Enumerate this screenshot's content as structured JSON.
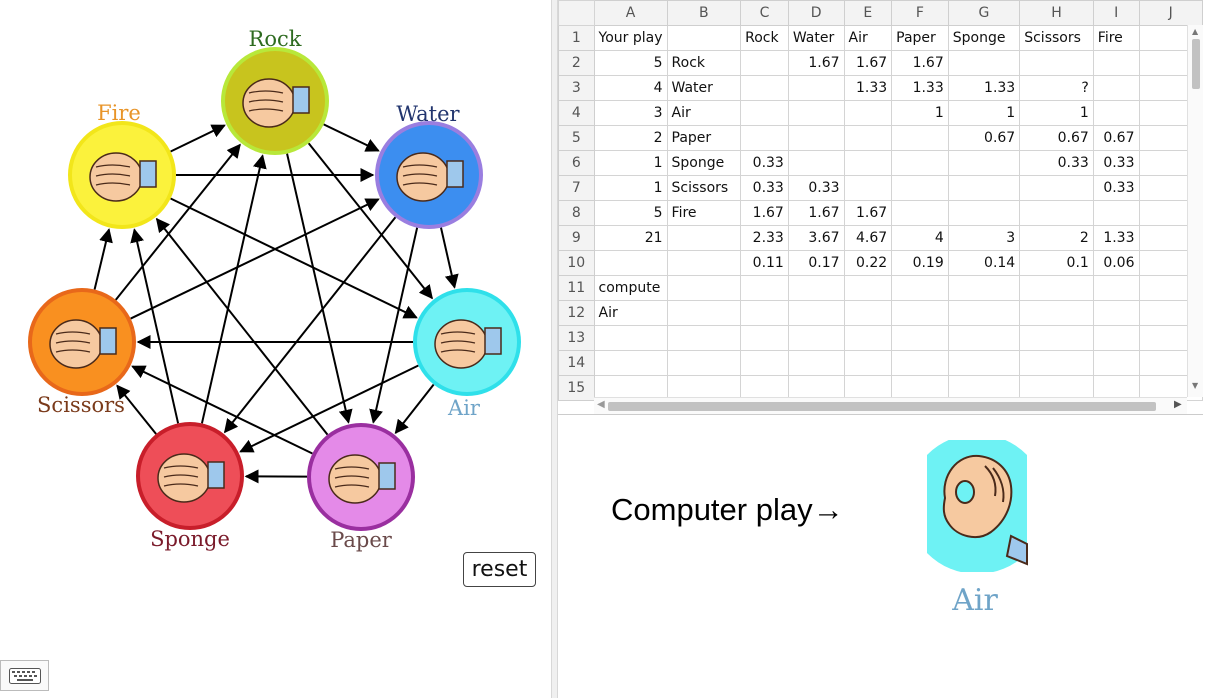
{
  "diagram": {
    "nodes": [
      {
        "id": "rock",
        "label": "Rock",
        "fill": "#c8c41e",
        "ring": "#b8e83a",
        "label_color": "#2e6b20"
      },
      {
        "id": "water",
        "label": "Water",
        "fill": "#3c8ef0",
        "ring": "#9a7ee0",
        "label_color": "#22356e"
      },
      {
        "id": "air",
        "label": "Air",
        "fill": "#6ef2f4",
        "ring": "#2fe0ea",
        "label_color": "#6fa4c8"
      },
      {
        "id": "paper",
        "label": "Paper",
        "fill": "#e48ae8",
        "ring": "#9a2fa0",
        "label_color": "#6a4a4a"
      },
      {
        "id": "sponge",
        "label": "Sponge",
        "fill": "#ee4e58",
        "ring": "#c81e2a",
        "label_color": "#7a1a2a"
      },
      {
        "id": "scissors",
        "label": "Scissors",
        "fill": "#f99020",
        "ring": "#e8681a",
        "label_color": "#7a3a1a"
      },
      {
        "id": "fire",
        "label": "Fire",
        "fill": "#fbf23c",
        "ring": "#f2e61a",
        "label_color": "#e89428"
      }
    ],
    "reset_label": "reset"
  },
  "sheet": {
    "columns": [
      "A",
      "B",
      "C",
      "D",
      "E",
      "F",
      "G",
      "H",
      "I",
      "J"
    ],
    "rows": [
      {
        "n": "1",
        "cells": [
          "Your play",
          "",
          "Rock",
          "Water",
          "Air",
          "Paper",
          "Sponge",
          "Scissors",
          "Fire",
          ""
        ]
      },
      {
        "n": "2",
        "cells": [
          "5",
          "Rock",
          "",
          "1.67",
          "1.67",
          "1.67",
          "",
          "",
          "",
          ""
        ]
      },
      {
        "n": "3",
        "cells": [
          "4",
          "Water",
          "",
          "",
          "1.33",
          "1.33",
          "1.33",
          "?",
          "",
          ""
        ]
      },
      {
        "n": "4",
        "cells": [
          "3",
          "Air",
          "",
          "",
          "",
          "1",
          "1",
          "1",
          "",
          ""
        ]
      },
      {
        "n": "5",
        "cells": [
          "2",
          "Paper",
          "",
          "",
          "",
          "",
          "0.67",
          "0.67",
          "0.67",
          ""
        ]
      },
      {
        "n": "6",
        "cells": [
          "1",
          "Sponge",
          "0.33",
          "",
          "",
          "",
          "",
          "0.33",
          "0.33",
          ""
        ]
      },
      {
        "n": "7",
        "cells": [
          "1",
          "Scissors",
          "0.33",
          "0.33",
          "",
          "",
          "",
          "",
          "0.33",
          ""
        ]
      },
      {
        "n": "8",
        "cells": [
          "5",
          "Fire",
          "1.67",
          "1.67",
          "1.67",
          "",
          "",
          "",
          "",
          ""
        ]
      },
      {
        "n": "9",
        "cells": [
          "21",
          "",
          "2.33",
          "3.67",
          "4.67",
          "4",
          "3",
          "2",
          "1.33",
          ""
        ]
      },
      {
        "n": "10",
        "cells": [
          "",
          "",
          "0.11",
          "0.17",
          "0.22",
          "0.19",
          "0.14",
          "0.1",
          "0.06",
          ""
        ]
      },
      {
        "n": "11",
        "cells": [
          "compute",
          "",
          "",
          "",
          "",
          "",
          "",
          "",
          "",
          ""
        ]
      },
      {
        "n": "12",
        "cells": [
          "Air",
          "",
          "",
          "",
          "",
          "",
          "",
          "",
          "",
          ""
        ]
      },
      {
        "n": "13",
        "cells": [
          "",
          "",
          "",
          "",
          "",
          "",
          "",
          "",
          "",
          ""
        ]
      },
      {
        "n": "14",
        "cells": [
          "",
          "",
          "",
          "",
          "",
          "",
          "",
          "",
          "",
          ""
        ]
      },
      {
        "n": "15",
        "cells": [
          "",
          "",
          "",
          "",
          "",
          "",
          "",
          "",
          "",
          ""
        ]
      }
    ]
  },
  "computer": {
    "text": "Computer play→",
    "choice_label": "Air",
    "choice_fill": "#6ef2f4",
    "choice_label_color": "#6fa4c8"
  },
  "icons": {
    "keyboard": "keyboard-icon",
    "scroll_up": "▲",
    "scroll_down": "▼",
    "scroll_left": "◀",
    "scroll_right": "▶"
  }
}
